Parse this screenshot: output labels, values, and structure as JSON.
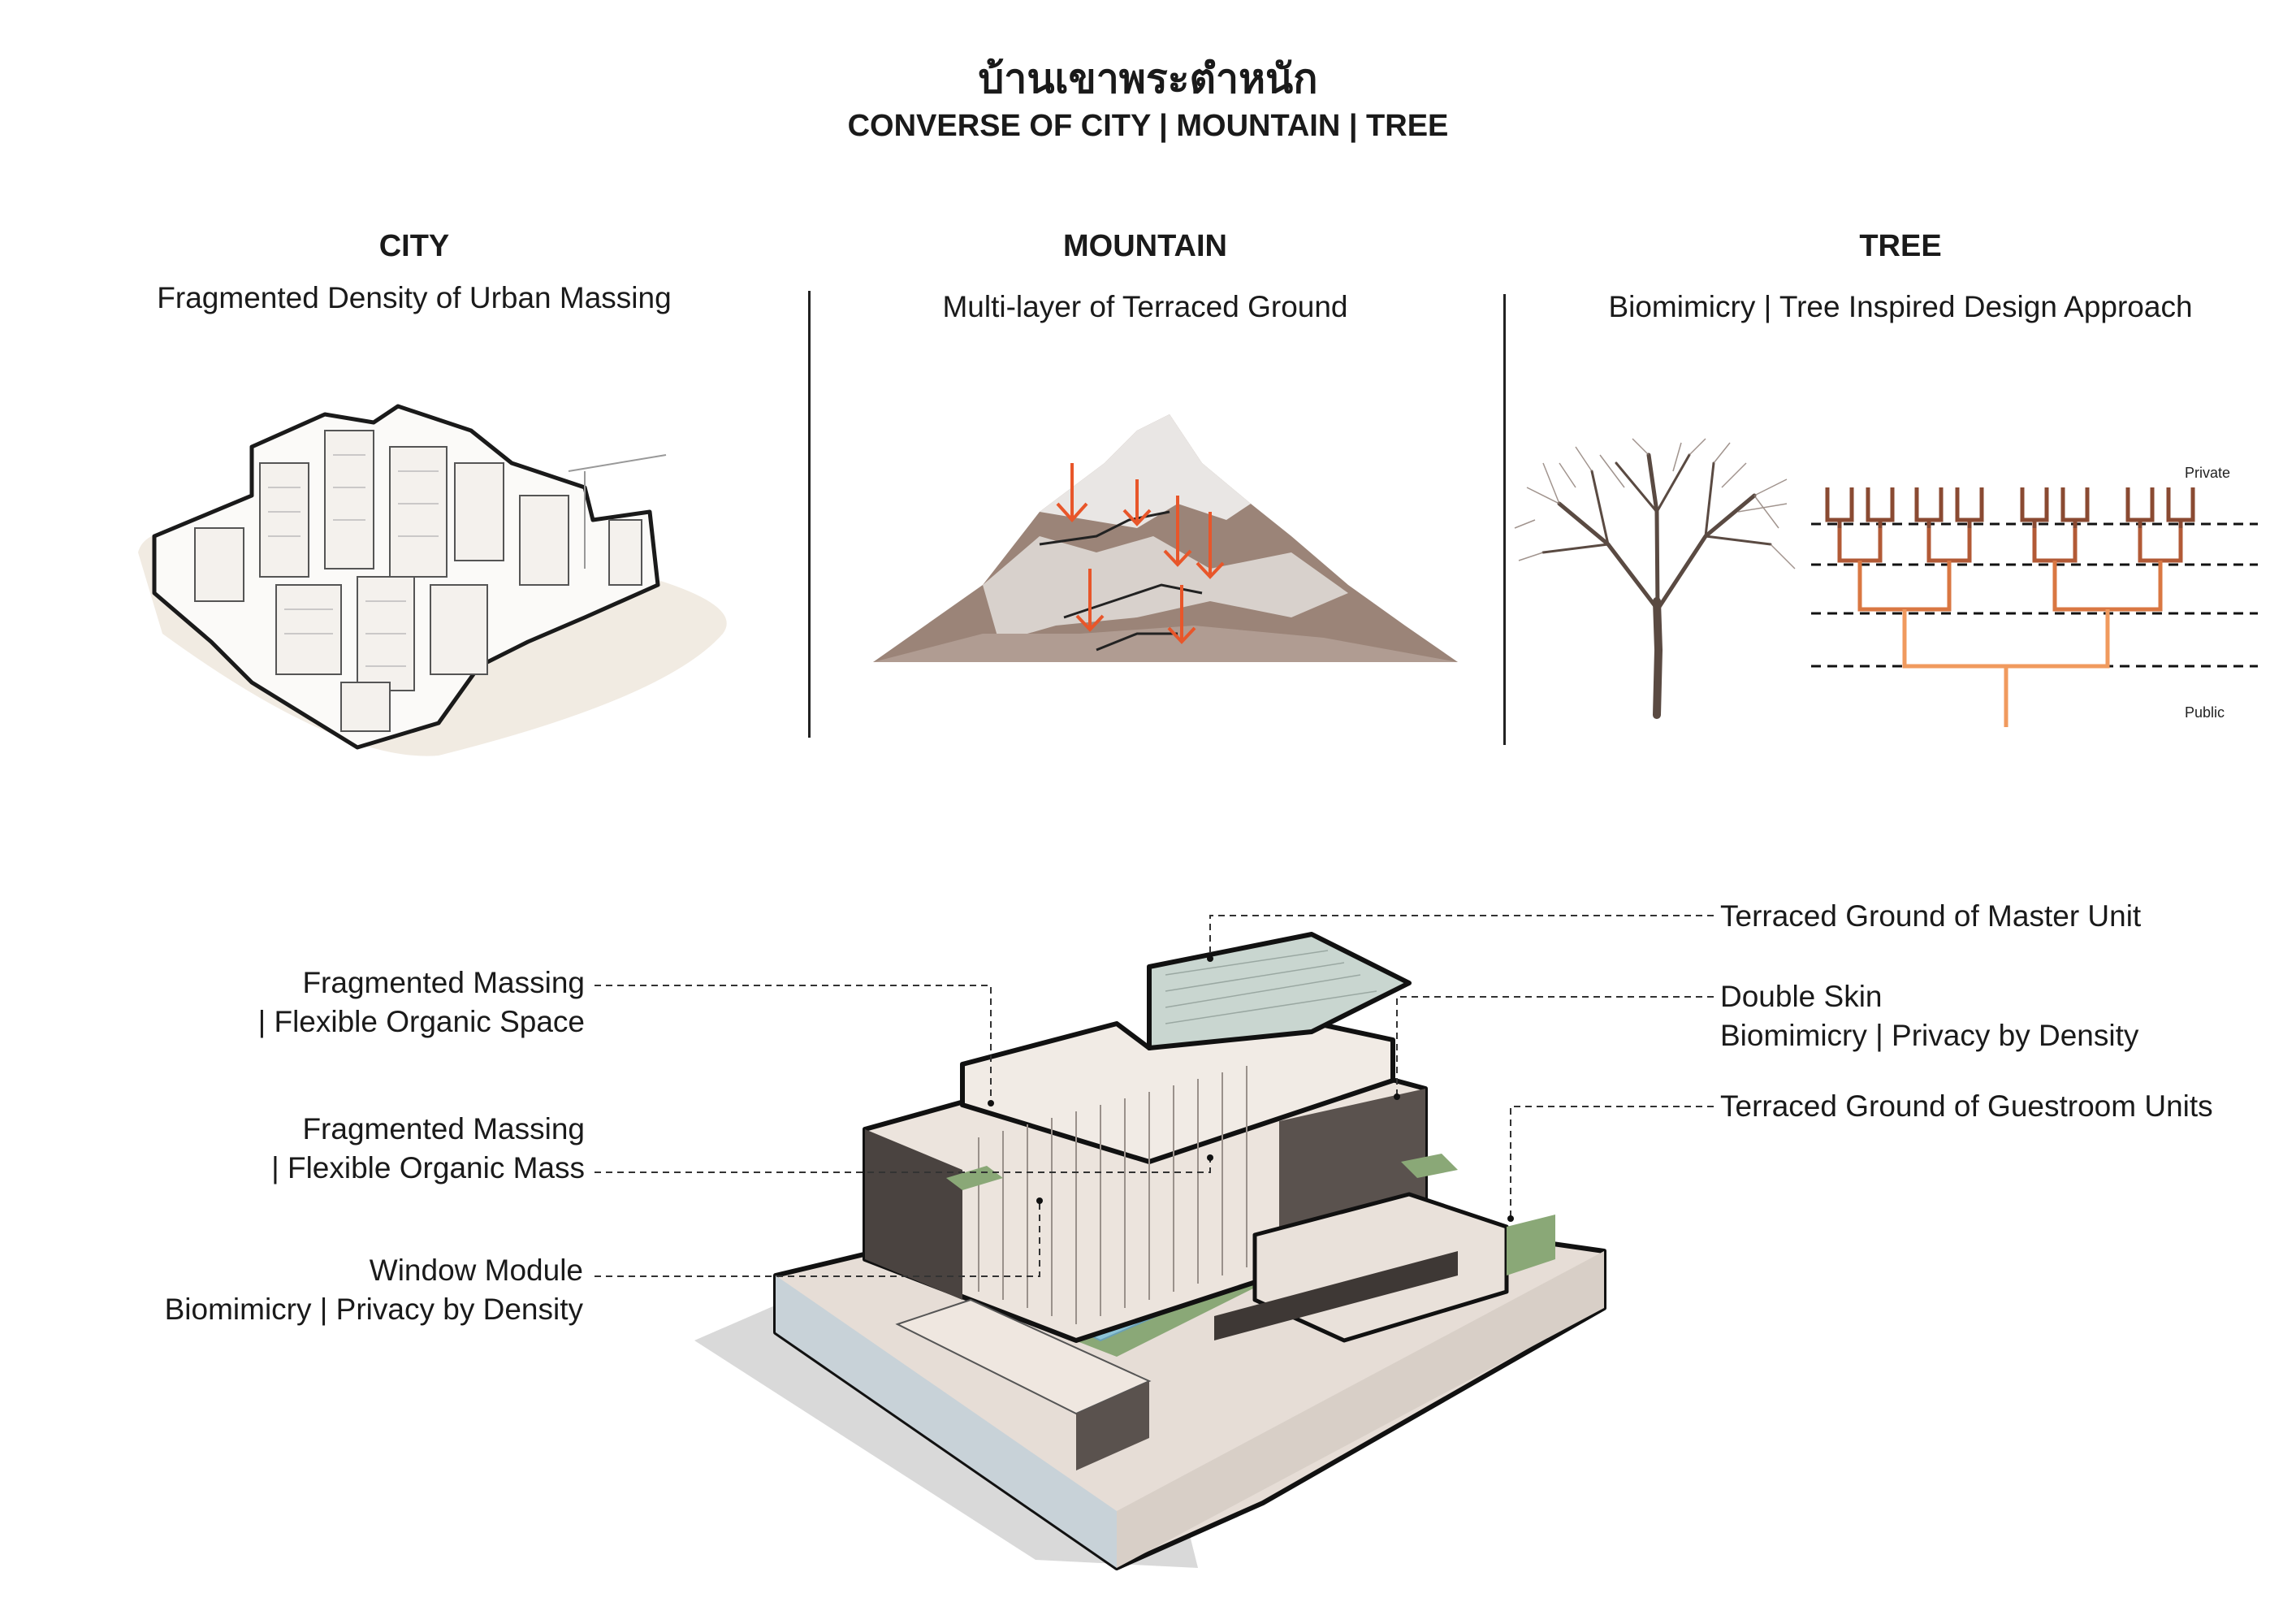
{
  "header": {
    "title_th": "บ้านเขาพระตำหนัก",
    "title_en": "CONVERSE OF CITY | MOUNTAIN | TREE"
  },
  "concepts": [
    {
      "heading": "CITY",
      "subtitle": "Fragmented Density of Urban Massing"
    },
    {
      "heading": "MOUNTAIN",
      "subtitle": "Multi-layer of Terraced Ground"
    },
    {
      "heading": "TREE",
      "subtitle": "Biomimicry | Tree Inspired Design Approach"
    }
  ],
  "tree_diagram": {
    "top_label": "Private",
    "bottom_label": "Public"
  },
  "callouts_left": [
    {
      "line1": "Fragmented Massing",
      "line2": "| Flexible Organic Space"
    },
    {
      "line1": "Fragmented Massing",
      "line2": "| Flexible Organic Mass"
    },
    {
      "line1": "Window Module",
      "line2": "Biomimicry | Privacy by Density"
    }
  ],
  "callouts_right": [
    {
      "line1": "Terraced Ground of Master Unit",
      "line2": ""
    },
    {
      "line1": "Double Skin",
      "line2": "Biomimicry | Privacy by Density"
    },
    {
      "line1": "Terraced Ground of Guestroom Units",
      "line2": ""
    }
  ],
  "colors": {
    "arrow_orange": "#e8562a",
    "branch_dark": "#8a4a32",
    "branch_mid": "#c4683a",
    "branch_light": "#f09a5e",
    "green_roof": "#8aa877",
    "pool": "#8cc3d6"
  }
}
